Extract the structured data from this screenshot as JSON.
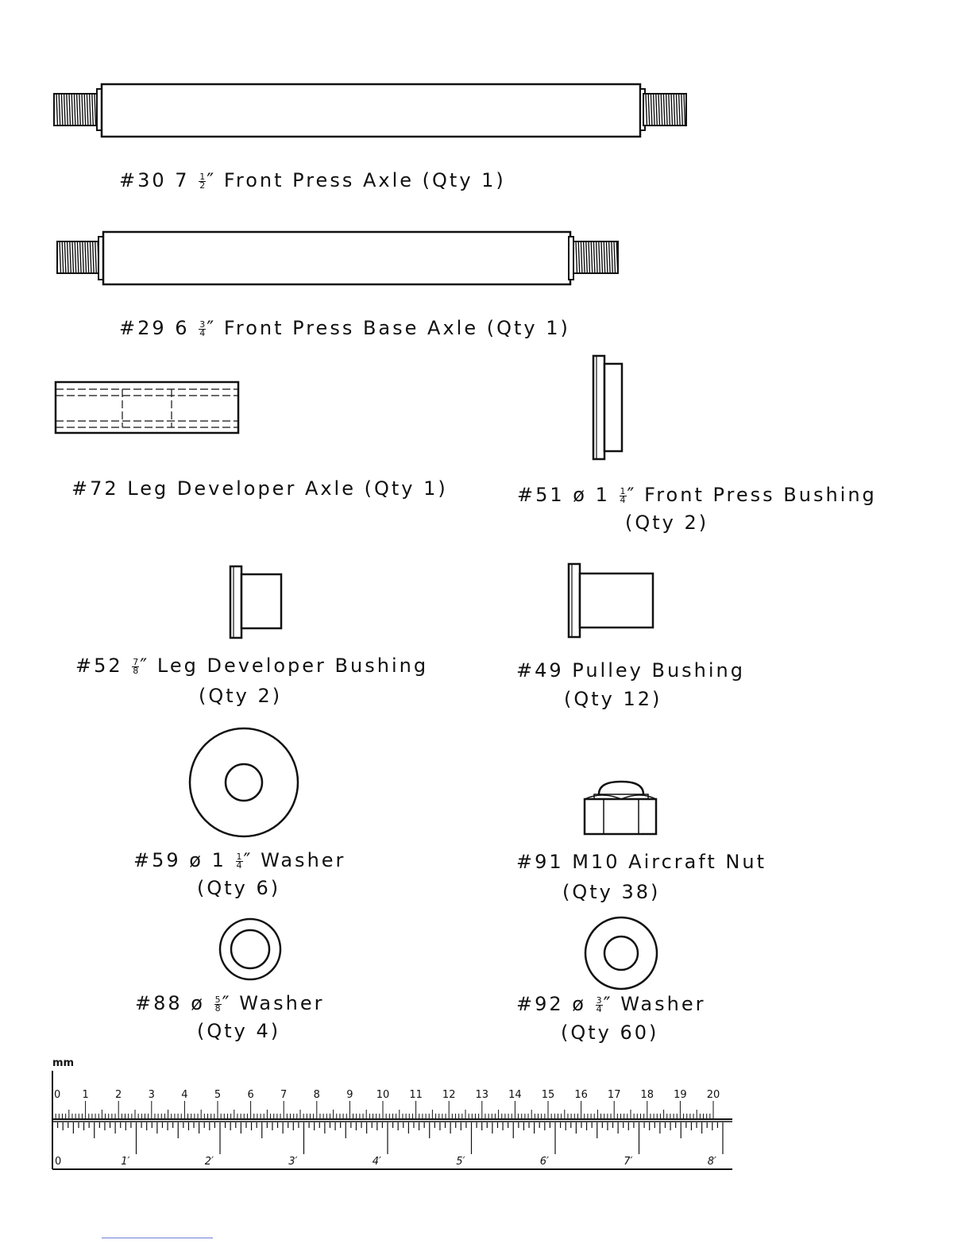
{
  "parts": [
    {
      "id": "part30",
      "num": "#30",
      "size_pre": "7",
      "frac_num": "1",
      "frac_den": "2",
      "name": "Front Press Axle",
      "qty": "(Qty 1)"
    },
    {
      "id": "part29",
      "num": "#29",
      "size_pre": "6",
      "frac_num": "3",
      "frac_den": "4",
      "name": "Front Press Base Axle",
      "qty": "(Qty 1)"
    },
    {
      "id": "part72",
      "num": "#72",
      "name": "Leg Developer Axle",
      "qty": "(Qty 1)"
    },
    {
      "id": "part51",
      "num": "#51",
      "dia": "ø",
      "size_pre": "1",
      "frac_num": "1",
      "frac_den": "4",
      "name": "Front Press Bushing",
      "qty": "(Qty 2)"
    },
    {
      "id": "part52",
      "num": "#52",
      "frac_num": "7",
      "frac_den": "8",
      "name": "Leg Developer Bushing",
      "qty": "(Qty 2)"
    },
    {
      "id": "part49",
      "num": "#49",
      "name": "Pulley Bushing",
      "qty": "(Qty 12)"
    },
    {
      "id": "part59",
      "num": "#59",
      "dia": "ø",
      "size_pre": "1",
      "frac_num": "1",
      "frac_den": "4",
      "name": "Washer",
      "qty": "(Qty 6)"
    },
    {
      "id": "part91",
      "num": "#91",
      "name": "M10 Aircraft Nut",
      "qty": "(Qty 38)"
    },
    {
      "id": "part88",
      "num": "#88",
      "dia": "ø",
      "frac_num": "5",
      "frac_den": "8",
      "name": "Washer",
      "qty": "(Qty 4)"
    },
    {
      "id": "part92",
      "num": "#92",
      "dia": "ø",
      "frac_num": "3",
      "frac_den": "4",
      "name": "Washer",
      "qty": "(Qty 60)"
    }
  ],
  "ruler": {
    "mm_label": "mm",
    "cm_labels": [
      "0",
      "1",
      "2",
      "3",
      "4",
      "5",
      "6",
      "7",
      "8",
      "9",
      "10",
      "11",
      "12",
      "13",
      "14",
      "15",
      "16",
      "17",
      "18",
      "19",
      "20"
    ],
    "inch_labels": [
      "0",
      "1′",
      "2′",
      "3′",
      "4′",
      "5′",
      "6′",
      "7′",
      "8′"
    ]
  }
}
